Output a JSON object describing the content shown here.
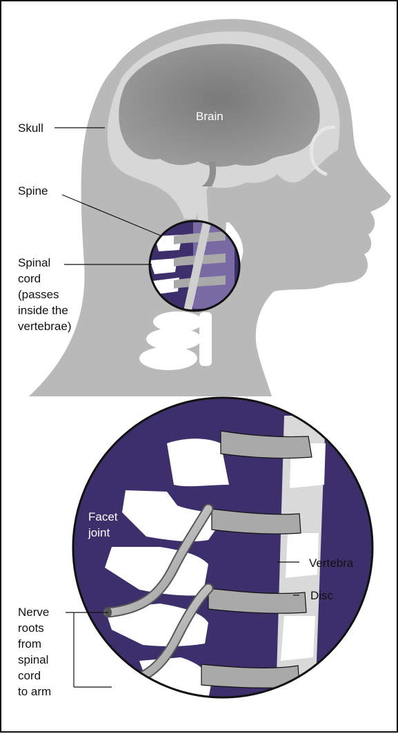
{
  "colors": {
    "head_gray": "#b9b9b9",
    "skull_light": "#d7d7d7",
    "brain_gray": "#8a8a8a",
    "bone_white": "#ffffff",
    "disc_gray": "#a9a9a9",
    "purple": "#3d2f6b",
    "purple_light": "#5a4a85",
    "nerve_gray": "#c7c7c7",
    "line_black": "#111111"
  },
  "upper_panel": {
    "labels": {
      "brain": "Brain",
      "skull": "Skull",
      "spine": "Spine",
      "spinal_cord": [
        "Spinal",
        "cord",
        "(passes",
        "inside the",
        "vertebrae)"
      ]
    }
  },
  "lower_panel": {
    "labels": {
      "facet_joint": [
        "Facet",
        "joint"
      ],
      "vertebra": "Vertebra",
      "disc": "Disc",
      "nerve_roots": [
        "Nerve",
        "roots",
        "from",
        "spinal",
        "cord",
        "to arm"
      ]
    }
  }
}
